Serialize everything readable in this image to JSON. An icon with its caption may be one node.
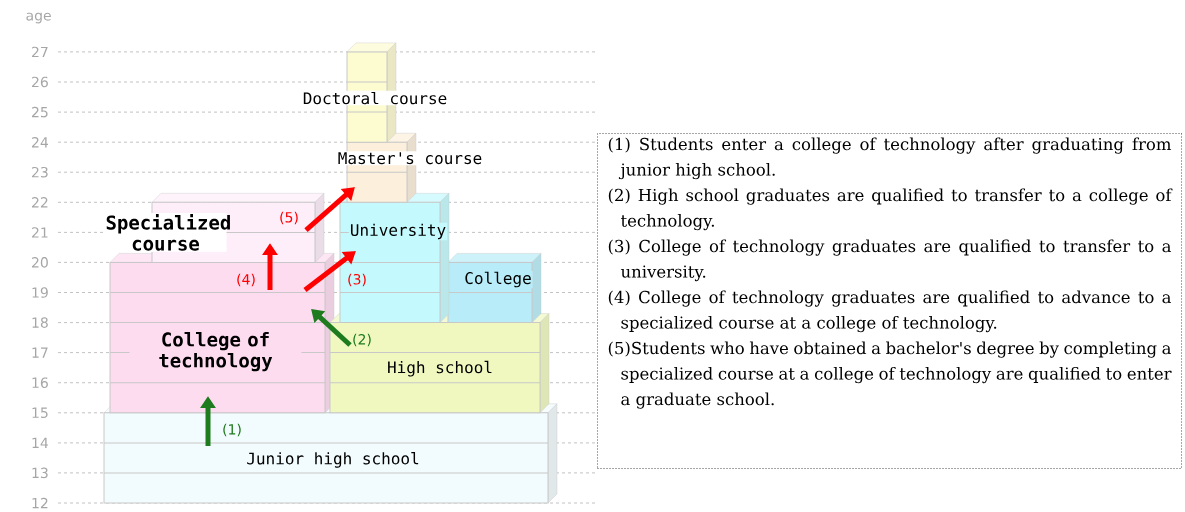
{
  "diagram": {
    "nodes": [
      {
        "text": [
          "Junior high school"
        ]
      },
      {
        "text": [
          "College of technology"
        ]
      },
      {
        "text": [
          "High school"
        ]
      },
      {
        "text": [
          "Specialized course"
        ]
      },
      {
        "text": [
          "University"
        ]
      },
      {
        "text": [
          "College"
        ]
      },
      {
        "text": [
          "Master's course"
        ]
      },
      {
        "text": [
          "Doctoral course"
        ]
      },
      {
        "text": [
          "(1) Students enter a college of technology after graduating from junior high school.",
          "(2) High school graduates are qualified to transfer to a college of technology.",
          "(3) College of technology graduates are qualified to transfer to a university.",
          "(4) College of technology graduates are qualified to advance to a specialized course at a college of technology.",
          "(5)Students who have obtained a bachelor's degree by completing a specialized course at a college of technology are qualified to enter a graduate school."
        ]
      }
    ],
    "edges": [
      {
        "from": 0,
        "to": 1,
        "arrow": "to",
        "label": "(1)",
        "color": "#1e7b1e"
      },
      {
        "from": 2,
        "to": 1,
        "arrow": "to",
        "label": "(2)",
        "color": "#1e7b1e"
      },
      {
        "from": 1,
        "to": 4,
        "arrow": "to",
        "label": "(3)"
      },
      {
        "from": 1,
        "to": 3,
        "arrow": "to",
        "label": "(4)"
      },
      {
        "from": 3,
        "to": 6,
        "arrow": "to",
        "label": "(5)"
      }
    ],
    "labels": [
      "age",
      "27",
      "26",
      "25",
      "24",
      "23",
      "22",
      "21",
      "20",
      "19",
      "18",
      "17",
      "16",
      "15",
      "14",
      "13",
      "12"
    ]
  }
}
